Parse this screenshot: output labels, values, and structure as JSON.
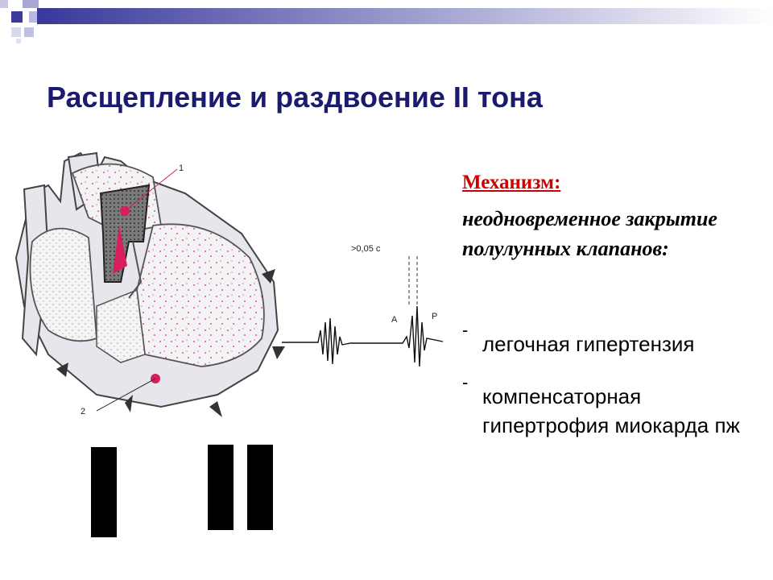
{
  "slide": {
    "title": "Расщепление и  раздвоение II тона",
    "mechanism_label": "Механизм:",
    "mechanism_text": "неодновременное закрытие  полулунных клапанов:",
    "bullets": [
      "легочная гипертензия",
      "компенсаторная гипертрофия миокарда пж"
    ]
  },
  "figure": {
    "marker_1": "1",
    "marker_2": "2",
    "delay_label": ">0,05 c",
    "label_a": "A",
    "label_p": "P"
  },
  "colors": {
    "title": "#1a1a6e",
    "mechanism": "#cc0000",
    "accent_dots": "#e0206a",
    "heart_fill": "#e8e8ee"
  }
}
